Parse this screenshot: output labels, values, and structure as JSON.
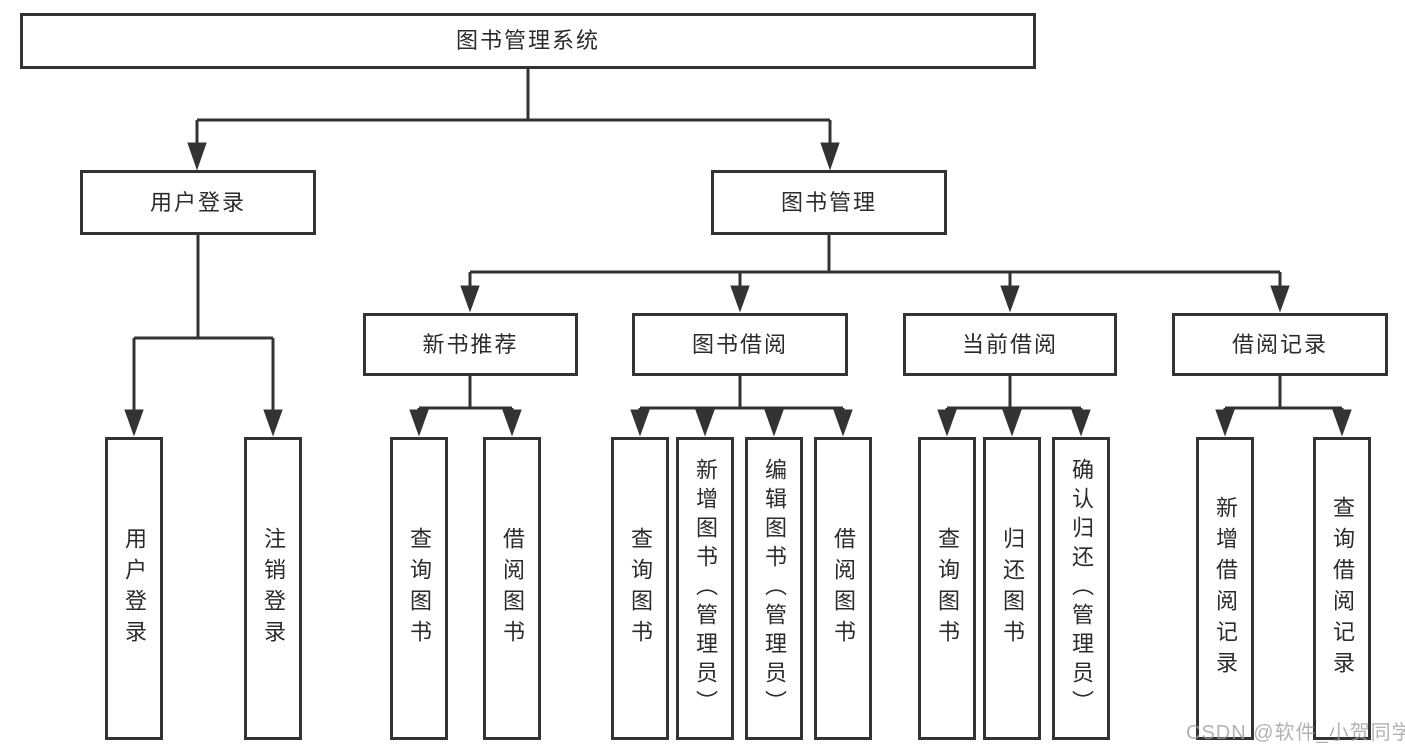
{
  "colors": {
    "line": "#333333",
    "text": "#2b2b2b",
    "box_background": "#ffffff",
    "watermark": "#9e9e9e"
  },
  "tree": {
    "root": {
      "label": "图书管理系统"
    },
    "branches": [
      {
        "label": "用户登录",
        "leaves": [
          {
            "label": "用户登录"
          },
          {
            "label": "注销登录"
          }
        ]
      },
      {
        "label": "图书管理",
        "groups": [
          {
            "label": "新书推荐",
            "leaves": [
              {
                "label": "查询图书"
              },
              {
                "label": "借阅图书"
              }
            ]
          },
          {
            "label": "图书借阅",
            "leaves": [
              {
                "label": "查询图书"
              },
              {
                "label": "新增图书（管理员）"
              },
              {
                "label": "编辑图书（管理员）"
              },
              {
                "label": "借阅图书"
              }
            ]
          },
          {
            "label": "当前借阅",
            "leaves": [
              {
                "label": "查询图书"
              },
              {
                "label": "归还图书"
              },
              {
                "label": "确认归还（管理员）"
              }
            ]
          },
          {
            "label": "借阅记录",
            "leaves": [
              {
                "label": "新增借阅记录"
              },
              {
                "label": "查询借阅记录"
              }
            ]
          }
        ]
      }
    ]
  },
  "watermark": {
    "text": "CSDN @软件_小贺同学"
  }
}
